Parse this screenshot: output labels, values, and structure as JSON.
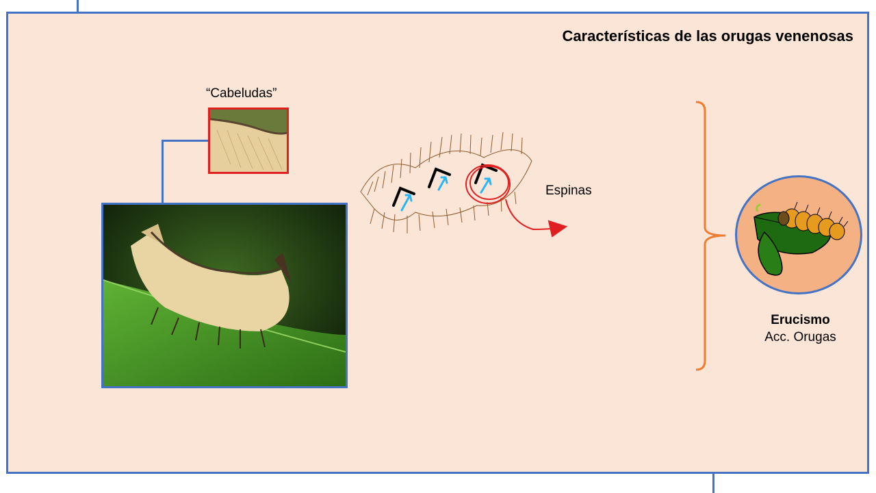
{
  "slide": {
    "title": "Características de las orugas venenosas",
    "hairy_label": "“Cabeludas”",
    "spines_label": "Espinas",
    "emblem_title": "Erucismo",
    "emblem_subtitle": "Acc. Orugas"
  },
  "colors": {
    "panel_background": "#fbe5d6",
    "frame_border": "#4472c4",
    "zoom_border": "#e02020",
    "bracket": "#ed7d31",
    "emblem_fill": "#f4b183",
    "spine_mark": "#29b6f6",
    "hair_sketch": "#8b5a2b"
  },
  "icons": [
    "caterpillar-photo",
    "caterpillar-hair-closeup",
    "caterpillar-spine-sketch",
    "caterpillar-on-leaf-icon",
    "curly-bracket"
  ]
}
